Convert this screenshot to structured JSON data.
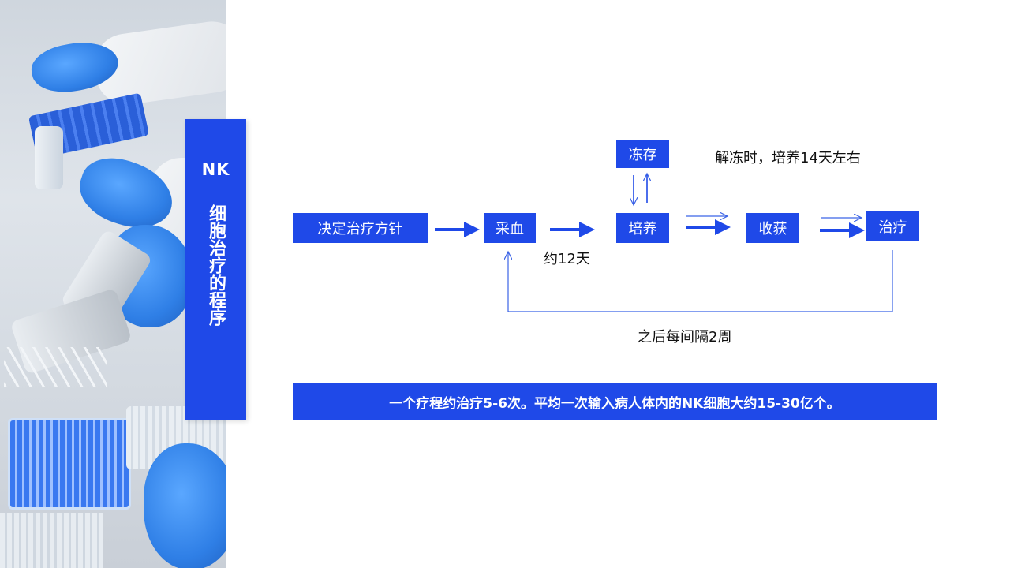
{
  "title": {
    "line1": "NK",
    "line2": "细胞治疗的程序"
  },
  "flow": {
    "decide": "决定治疗方针",
    "blood": "采血",
    "culture": "培养",
    "freeze": "冻存",
    "harvest": "收获",
    "treat": "治疗"
  },
  "annotations": {
    "culture_days": "约12天",
    "thaw_note": "解冻时，培养14天左右",
    "interval": "之后每间隔2周"
  },
  "banner": "一个疗程约治疗5-6次。平均一次输入病人体内的NK细胞大约15-30亿个。",
  "colors": {
    "accent": "#1f49e8",
    "arrow": "#1f49e8",
    "thin_arrow": "#3b63e6"
  }
}
